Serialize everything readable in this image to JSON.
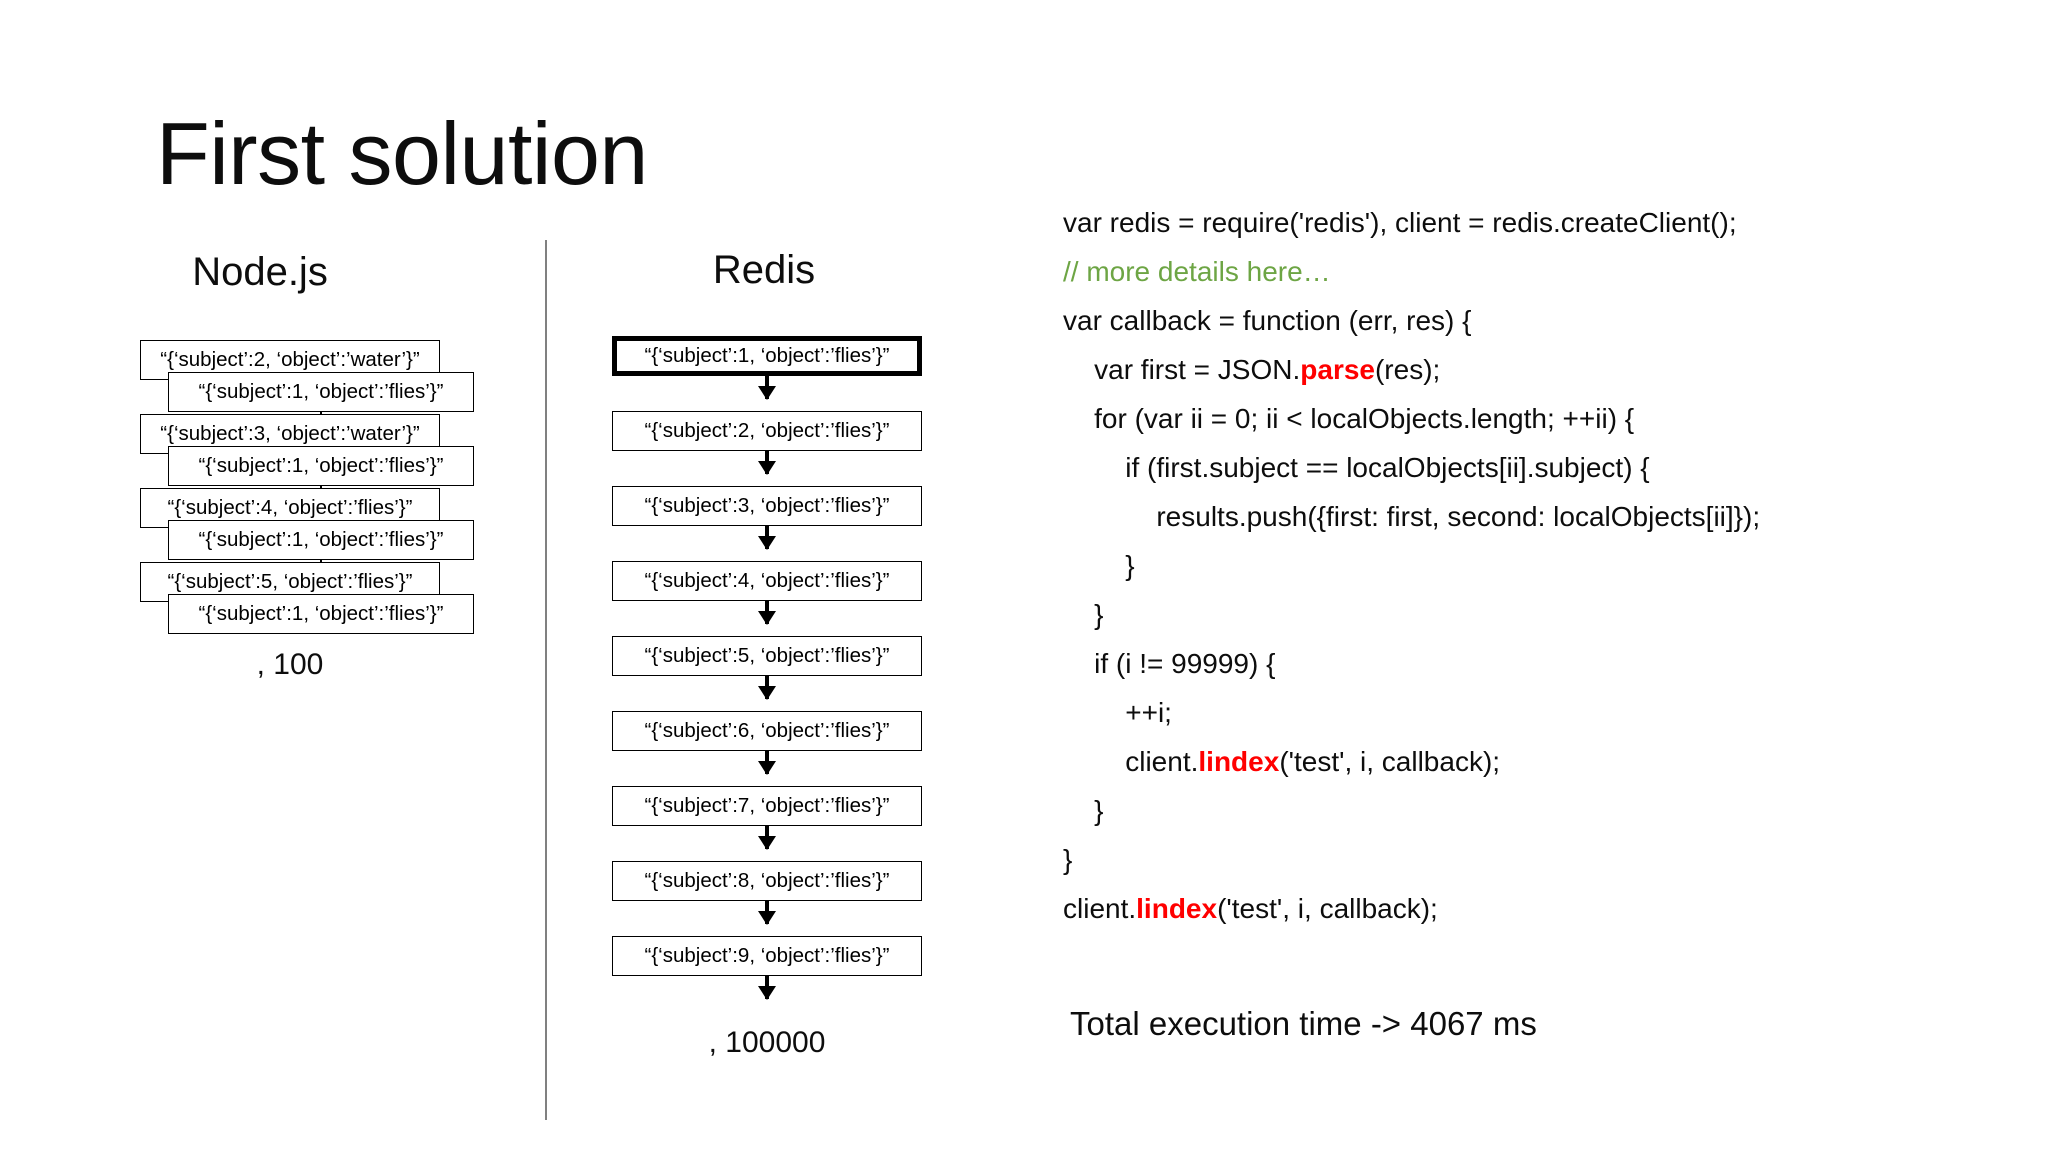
{
  "slide": {
    "title": "First solution"
  },
  "left_column": {
    "heading": "Node.js",
    "count_label": ", 100",
    "pairs": [
      {
        "back": "“{‘subject’:2, ‘object’:’water’}”",
        "front": "“{‘subject’:1, ‘object’:’flies’}”"
      },
      {
        "back": "“{‘subject’:3, ‘object’:’water’}”",
        "front": "“{‘subject’:1, ‘object’:’flies’}”"
      },
      {
        "back": "“{‘subject’:4, ‘object’:’flies’}”",
        "front": "“{‘subject’:1, ‘object’:’flies’}”"
      },
      {
        "back": "“{‘subject’:5, ‘object’:’flies’}”",
        "front": "“{‘subject’:1, ‘object’:’flies’}”"
      }
    ]
  },
  "middle_column": {
    "heading": "Redis",
    "count_label": ", 100000",
    "nodes": [
      "“{‘subject’:1, ‘object’:’flies’}”",
      "“{‘subject’:2, ‘object’:’flies’}”",
      "“{‘subject’:3, ‘object’:’flies’}”",
      "“{‘subject’:4, ‘object’:’flies’}”",
      "“{‘subject’:5, ‘object’:’flies’}”",
      "“{‘subject’:6, ‘object’:’flies’}”",
      "“{‘subject’:7, ‘object’:’flies’}”",
      "“{‘subject’:8, ‘object’:’flies’}”",
      "“{‘subject’:9, ‘object’:’flies’}”"
    ]
  },
  "code_panel": {
    "accent_keyword_color": "#FF0000",
    "comment_color": "#6DA544",
    "lines": [
      {
        "text": "var redis = require('redis'), client = redis.createClient();",
        "style": "plain"
      },
      {
        "text": "// more details here…",
        "style": "comment"
      },
      {
        "text": "var callback = function (err, res) {",
        "style": "plain"
      },
      {
        "pre": "    var first = JSON.",
        "kw": "parse",
        "post": "(res);",
        "style": "keyword"
      },
      {
        "text": "    for (var ii = 0; ii < localObjects.length; ++ii) {",
        "style": "plain"
      },
      {
        "text": "        if (first.subject == localObjects[ii].subject) {",
        "style": "plain"
      },
      {
        "text": "            results.push({first: first, second: localObjects[ii]});",
        "style": "plain"
      },
      {
        "text": "        }",
        "style": "plain"
      },
      {
        "text": "    }",
        "style": "plain"
      },
      {
        "text": "    if (i != 99999) {",
        "style": "plain"
      },
      {
        "text": "        ++i;",
        "style": "plain"
      },
      {
        "pre": "        client.",
        "kw": "lindex",
        "post": "('test', i, callback);",
        "style": "keyword"
      },
      {
        "text": "    }",
        "style": "plain"
      },
      {
        "text": "}",
        "style": "plain"
      },
      {
        "pre": "client.",
        "kw": "lindex",
        "post": "('test', i, callback);",
        "style": "keyword"
      }
    ],
    "total_time_label": "Total execution time -> 4067 ms"
  }
}
